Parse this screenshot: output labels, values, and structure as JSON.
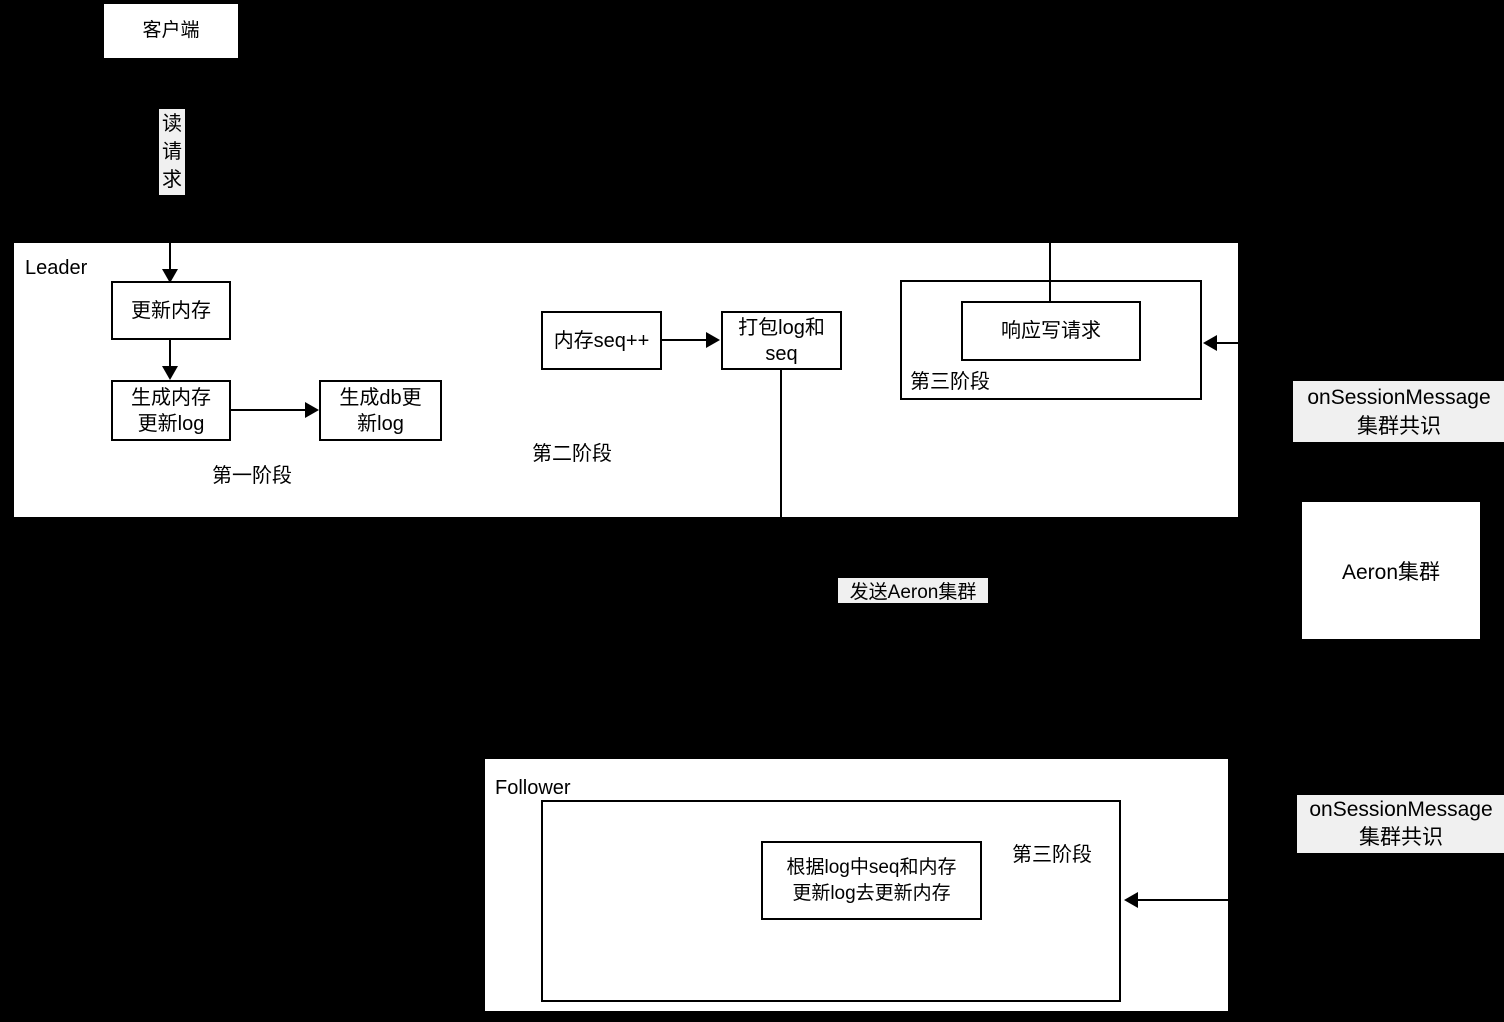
{
  "client": {
    "label": "客户端"
  },
  "read_request": {
    "line1": "读",
    "line2": "请",
    "line3": "求"
  },
  "leader": {
    "title": "Leader",
    "update_memory": "更新内存",
    "gen_mem_log": {
      "line1": "生成内存",
      "line2": "更新log"
    },
    "gen_db_log": {
      "line1": "生成db更",
      "line2": "新log"
    },
    "phase1": "第一阶段",
    "mem_seq": "内存seq++",
    "pack_log_seq": {
      "line1": "打包log和",
      "line2": "seq"
    },
    "phase2": "第二阶段",
    "phase3": "第三阶段",
    "respond_write": "响应写请求"
  },
  "connector": {
    "send_aeron": "发送Aeron集群"
  },
  "right_panel": {
    "consensus_top": {
      "line1": "onSessionMessage",
      "line2": "集群共识"
    },
    "aeron_cluster": "Aeron集群",
    "consensus_bottom": {
      "line1": "onSessionMessage",
      "line2": "集群共识"
    }
  },
  "follower": {
    "title": "Follower",
    "phase3": "第三阶段",
    "apply_log": {
      "line1": "根据log中seq和内存",
      "line2": "更新log去更新内存"
    }
  },
  "colors": {
    "background": "#000000",
    "box_fill": "#ffffff",
    "stroke": "#000000",
    "label_bg": "#f0f0f0"
  }
}
